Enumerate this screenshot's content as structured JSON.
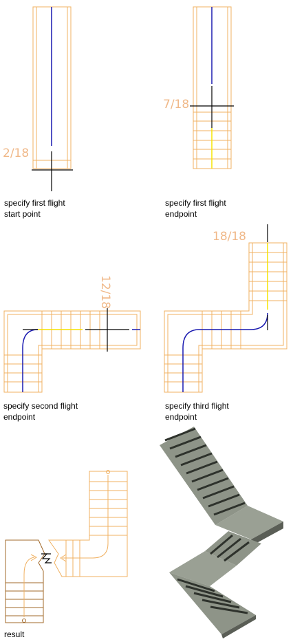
{
  "steps": [
    {
      "line1": "specify first flight",
      "line2": "start point",
      "counter": "2/18"
    },
    {
      "line1": "specify first flight",
      "line2": "endpoint",
      "counter": "7/18"
    },
    {
      "line1": "specify second flight",
      "line2": "endpoint",
      "counter": "12/18"
    },
    {
      "line1": "specify third flight",
      "line2": "endpoint",
      "counter": "18/18"
    },
    {
      "line1": "result",
      "line2": ""
    }
  ],
  "colors": {
    "stair_outline": "#f0b060",
    "path": "#1a1ab0",
    "cursor": "#000000",
    "highlight": "#f5e400",
    "counter_text": "#f0b888",
    "concrete": "#8e9488"
  },
  "icons": [
    "crosshair-cursor-icon",
    "break-line-icon",
    "start-point-icon"
  ]
}
